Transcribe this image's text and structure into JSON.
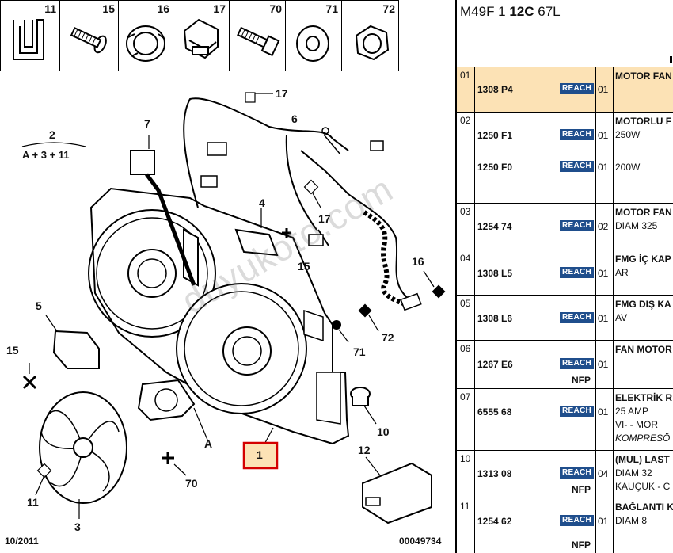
{
  "icons": [
    {
      "num": "11",
      "icon": "clip-icon"
    },
    {
      "num": "15",
      "icon": "screw-icon"
    },
    {
      "num": "16",
      "icon": "grommet-icon"
    },
    {
      "num": "17",
      "icon": "bracket-clip-icon"
    },
    {
      "num": "70",
      "icon": "bolt-icon"
    },
    {
      "num": "71",
      "icon": "washer-icon"
    },
    {
      "num": "72",
      "icon": "nut-icon"
    }
  ],
  "labels": {
    "l2": "2",
    "l2sub": "A + 3 + 11",
    "l7": "7",
    "l17a": "17",
    "l6": "6",
    "l4": "4",
    "l17b": "17",
    "l15a": "15",
    "l16": "16",
    "l5": "5",
    "l15b": "15",
    "l71": "71",
    "l72": "72",
    "lA": "A",
    "l10": "10",
    "l1": "1",
    "l12": "12",
    "l70": "70",
    "l11": "11",
    "l3": "3"
  },
  "footer": {
    "date": "10/2011",
    "ref": "00049734"
  },
  "watermark": "duyukoto.com",
  "panel": {
    "title_prefix": "M49F 1 ",
    "title_bold": "12C",
    "title_suffix": " 67L",
    "reach_label": "REACH",
    "rows": [
      {
        "no": "01",
        "part": "1308 P4",
        "qty": "01",
        "desc": [
          "MOTOR FAN"
        ],
        "nfp": ""
      },
      {
        "no": "02",
        "part": "1250 F1",
        "qty": "01",
        "desc": [
          "MOTORLU F",
          "250W"
        ],
        "nfp": "",
        "part2": "1250 F0",
        "qty2": "01",
        "desc2": "200W"
      },
      {
        "no": "03",
        "part": "1254 74",
        "qty": "02",
        "desc": [
          "MOTOR FAN",
          "DIAM 325"
        ],
        "nfp": ""
      },
      {
        "no": "04",
        "part": "1308 L5",
        "qty": "01",
        "desc": [
          "FMG İÇ KAP",
          "AR"
        ],
        "nfp": ""
      },
      {
        "no": "05",
        "part": "1308 L6",
        "qty": "01",
        "desc": [
          "FMG DIŞ KA",
          "AV"
        ],
        "nfp": ""
      },
      {
        "no": "06",
        "part": "1267 E6",
        "qty": "01",
        "desc": [
          "FAN MOTOR"
        ],
        "nfp": "NFP"
      },
      {
        "no": "07",
        "part": "6555 68",
        "qty": "01",
        "desc": [
          "ELEKTRİK R",
          "25 AMP",
          "VI- - MOR",
          "KOMPRESÖ"
        ],
        "nfp": ""
      },
      {
        "no": "10",
        "part": "1313 08",
        "qty": "04",
        "desc": [
          "(MUL) LAST",
          "DIAM 32",
          "KAUÇUK - C"
        ],
        "nfp": "NFP"
      },
      {
        "no": "11",
        "part": "1254 62",
        "qty": "01",
        "desc": [
          "BAĞLANTI K",
          "DIAM 8"
        ],
        "nfp": "NFP"
      }
    ]
  }
}
